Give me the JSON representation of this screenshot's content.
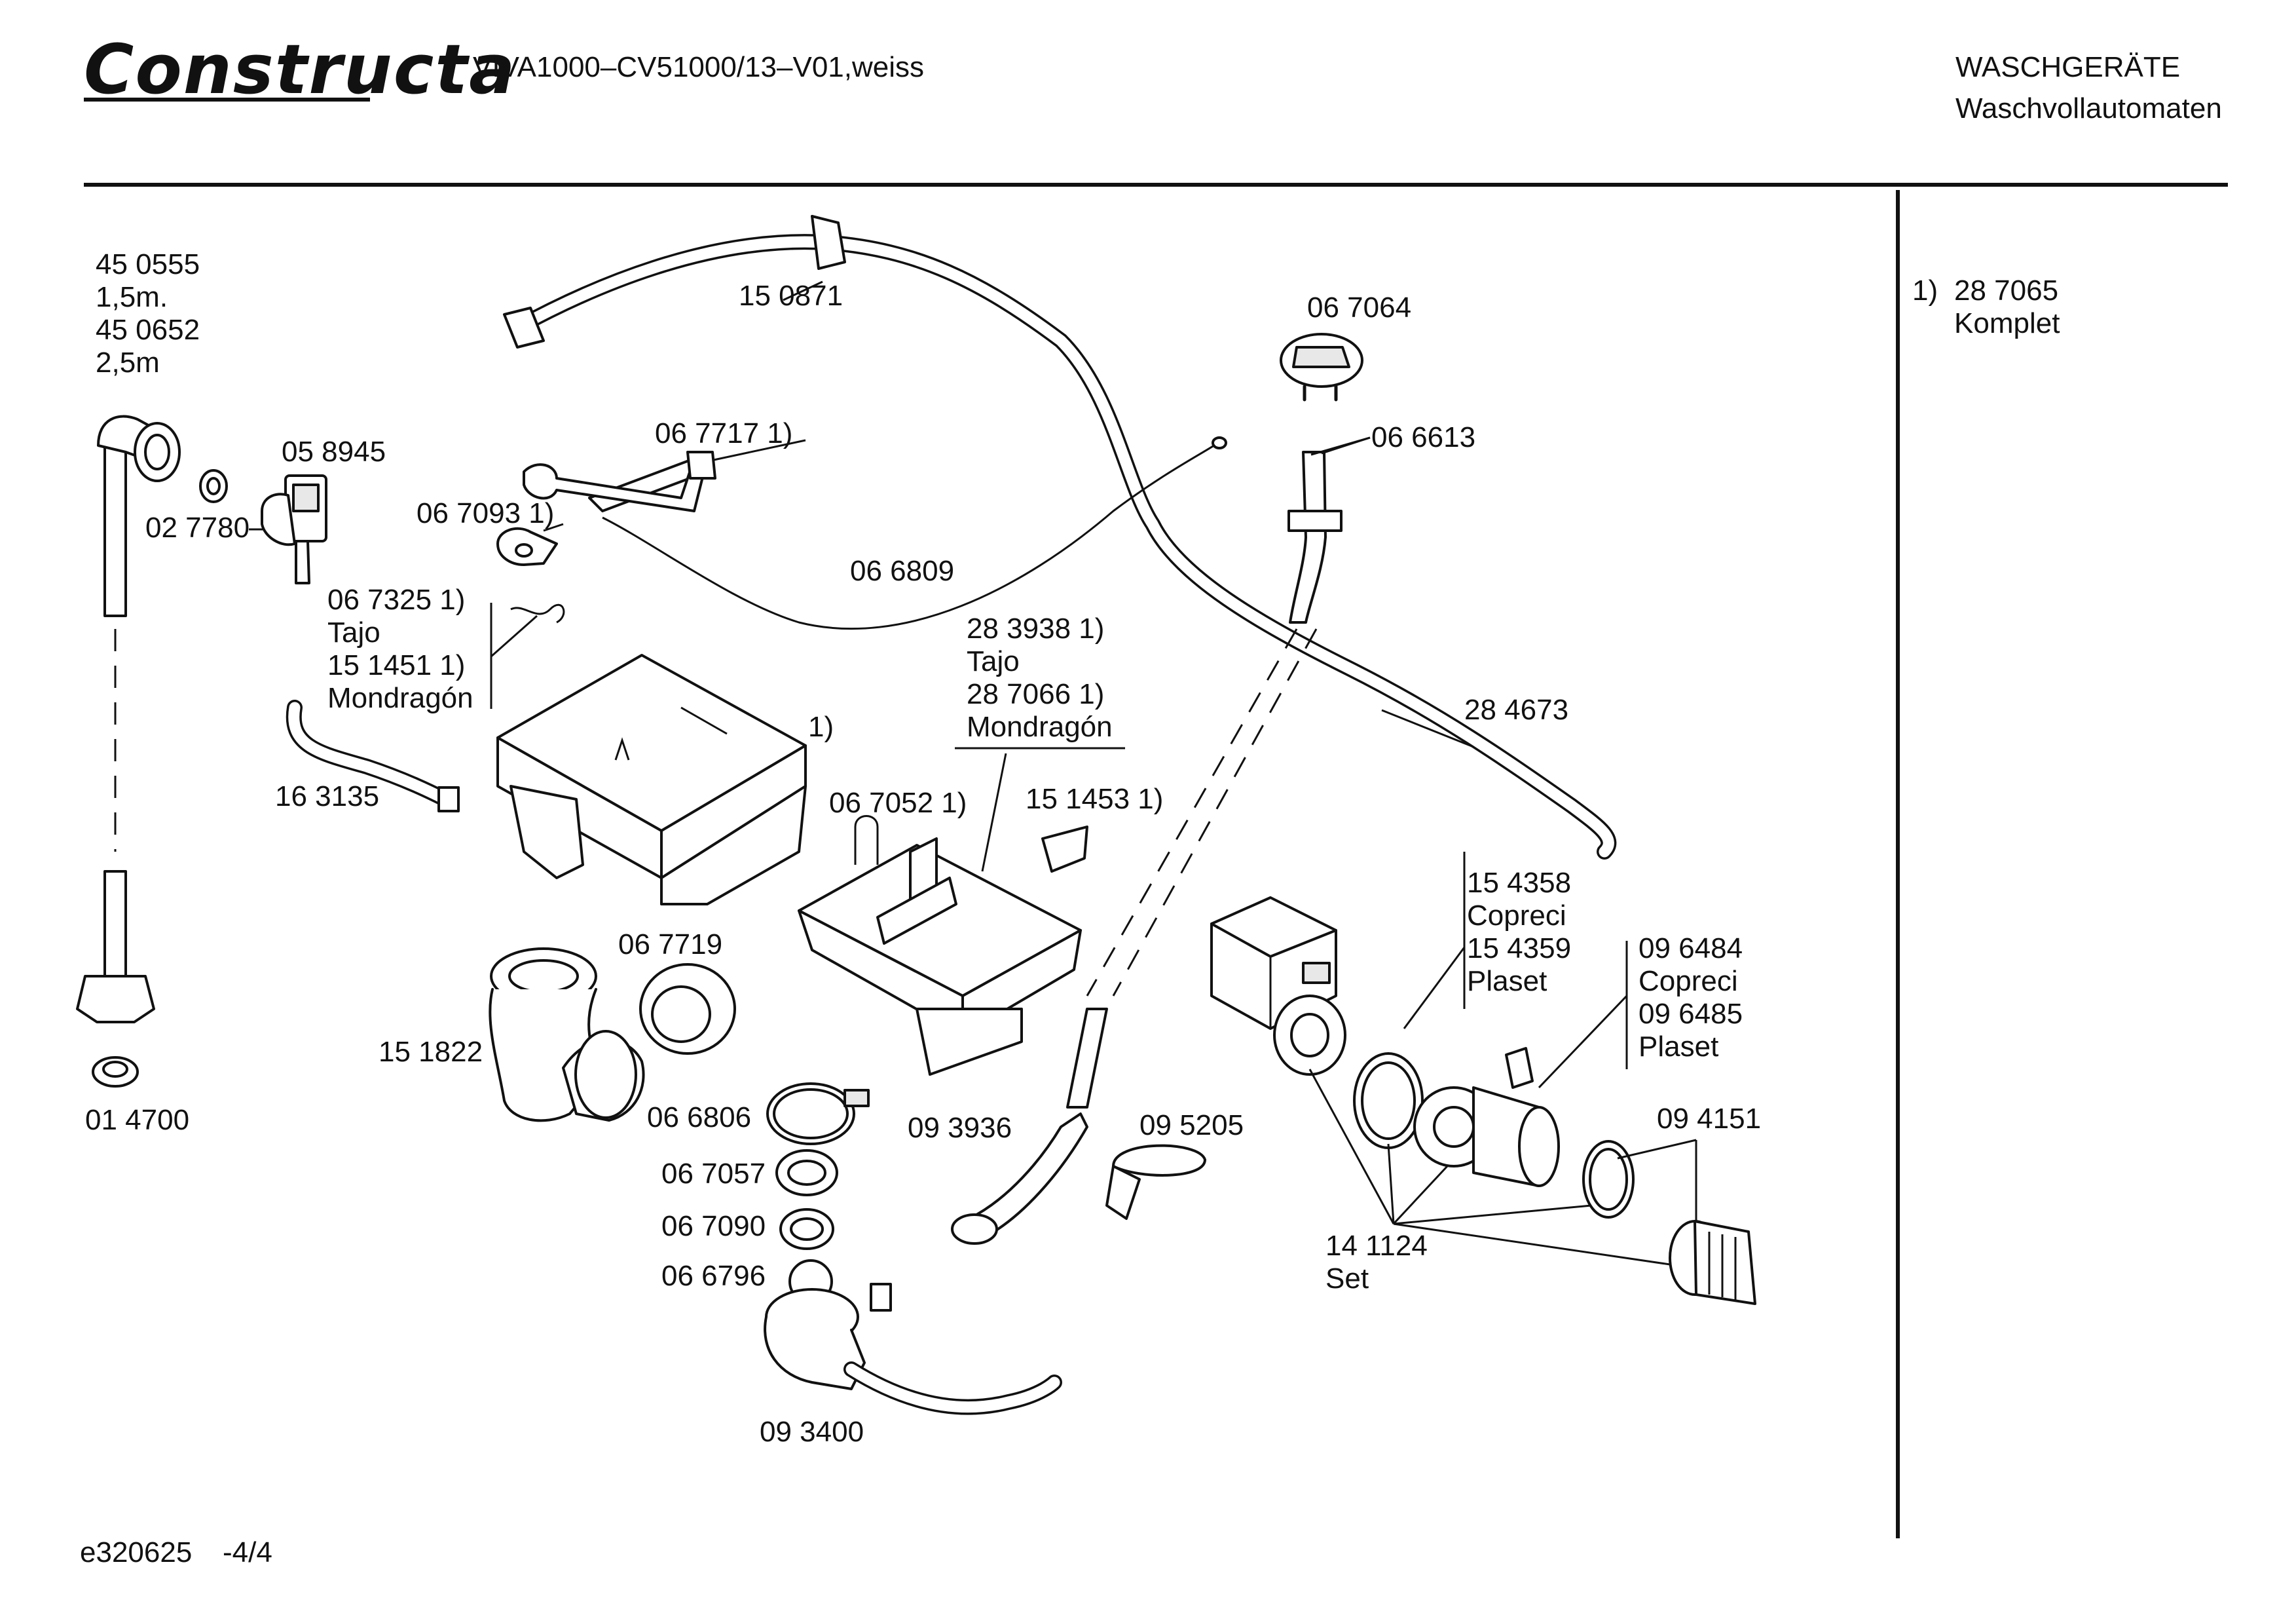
{
  "header": {
    "brand": "Constructa",
    "model": "VIVA1000–CV51000/13–V01,weiss",
    "category": "WASCHGERÄTE",
    "subcategory": "Waschvollautomaten"
  },
  "footer": {
    "doc_id": "e320625",
    "page": "-4/4"
  },
  "legend": {
    "marker": "1)",
    "part": "28 7065",
    "text": "Komplet"
  },
  "labels": {
    "p450555": "45 0555",
    "len15": "1,5m.",
    "p450652": "45 0652",
    "len25": "2,5m",
    "p150871": "15 0871",
    "p067064": "06 7064",
    "p058945": "05 8945",
    "p067717": "06 7717 1)",
    "p066613": "06 6613",
    "p027780": "02 7780",
    "p067093": "06 7093 1)",
    "p066809": "06 6809",
    "p067325": "06 7325 1)",
    "tajo1": "Tajo",
    "p151451": "15 1451 1)",
    "mondragon1": "Mondragón",
    "p283938": "28 3938 1)",
    "tajo2": "Tajo",
    "p287066": "28 7066 1)",
    "mondragon2": "Mondragón",
    "p284673": "28 4673",
    "marker1": "1)",
    "p163135": "16 3135",
    "p067052": "06 7052 1)",
    "p151453": "15 1453 1)",
    "p154358": "15 4358",
    "copreci1": "Copreci",
    "p154359": "15 4359",
    "plaset1": "Plaset",
    "p067719": "06 7719",
    "p096484": "09 6484",
    "copreci2": "Copreci",
    "p096485": "09 6485",
    "plaset2": "Plaset",
    "p151822": "15 1822",
    "p014700": "01 4700",
    "p066806": "06 6806",
    "p093936": "09 3936",
    "p095205": "09 5205",
    "p094151": "09 4151",
    "p067057": "06 7057",
    "p067090": "06 7090",
    "p066796": "06 6796",
    "p141124": "14 1124",
    "set": "Set",
    "p093400": "09 3400"
  }
}
